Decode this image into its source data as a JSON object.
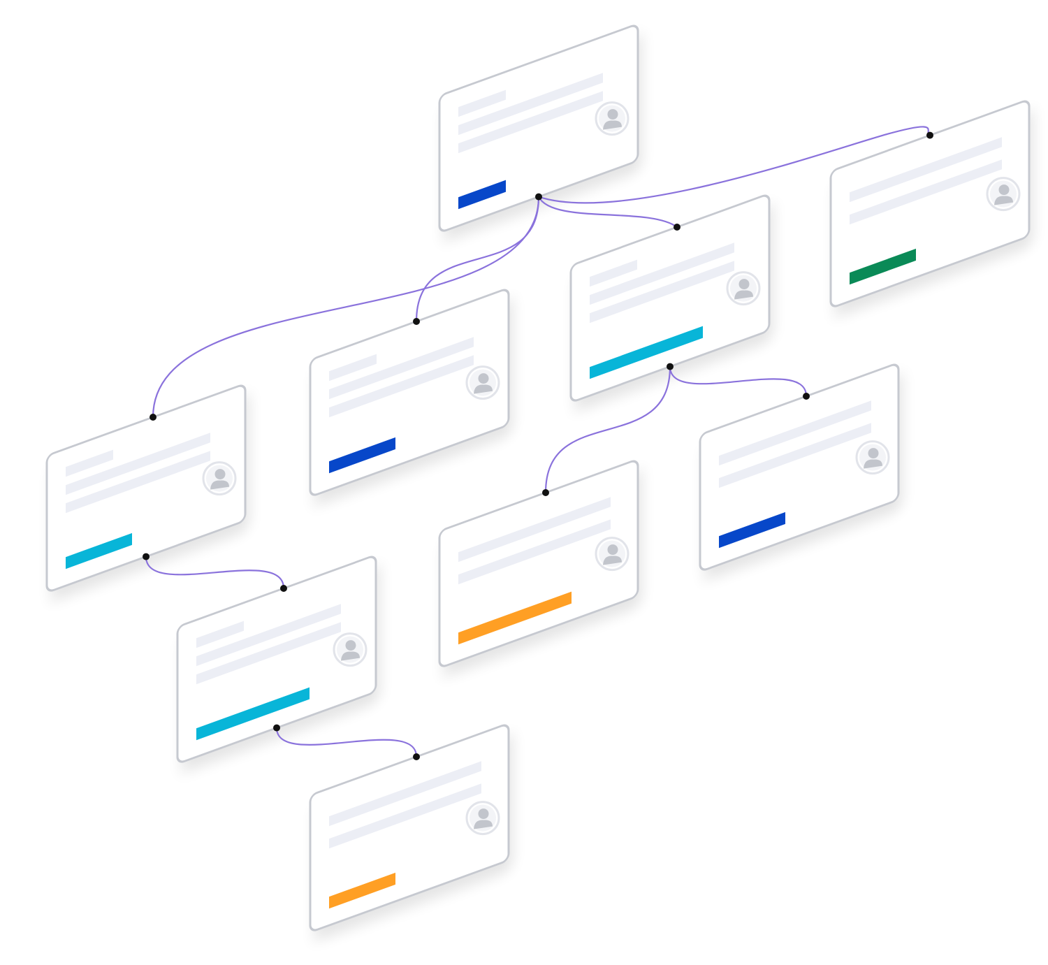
{
  "palette": {
    "blue": "#0747c9",
    "cyan": "#08b5d8",
    "green": "#0a8a57",
    "orange": "#ff9f24",
    "connector": "#8a72dc",
    "card_border": "#c6c9d0",
    "text_placeholder": "#eceef5"
  },
  "cards": [
    {
      "id": "root",
      "level": 0,
      "parent": null,
      "tag_color": "blue",
      "tag_fill": 0.25,
      "placeholder_lines": 3,
      "icon": "user-avatar-icon"
    },
    {
      "id": "card-a",
      "level": 1,
      "parent": "root",
      "tag_color": "cyan",
      "tag_fill": 0.35,
      "placeholder_lines": 3,
      "icon": "user-avatar-icon"
    },
    {
      "id": "card-b",
      "level": 1,
      "parent": "root",
      "tag_color": "blue",
      "tag_fill": 0.35,
      "placeholder_lines": 3,
      "icon": "user-avatar-icon"
    },
    {
      "id": "card-c",
      "level": 1,
      "parent": "root",
      "tag_color": "cyan",
      "tag_fill": 0.6,
      "placeholder_lines": 3,
      "icon": "user-avatar-icon"
    },
    {
      "id": "card-d",
      "level": 1,
      "parent": "root",
      "tag_color": "green",
      "tag_fill": 0.35,
      "placeholder_lines": 2,
      "icon": "user-avatar-icon"
    },
    {
      "id": "card-e",
      "level": 2,
      "parent": "card-a",
      "tag_color": "cyan",
      "tag_fill": 0.6,
      "placeholder_lines": 3,
      "icon": "user-avatar-icon"
    },
    {
      "id": "card-f",
      "level": 2,
      "parent": "card-c",
      "tag_color": "orange",
      "tag_fill": 0.6,
      "placeholder_lines": 2,
      "icon": "user-avatar-icon"
    },
    {
      "id": "card-g",
      "level": 2,
      "parent": "card-c",
      "tag_color": "blue",
      "tag_fill": 0.35,
      "placeholder_lines": 2,
      "icon": "user-avatar-icon"
    },
    {
      "id": "card-h",
      "level": 3,
      "parent": "card-e",
      "tag_color": "orange",
      "tag_fill": 0.35,
      "placeholder_lines": 2,
      "icon": "user-avatar-icon"
    }
  ]
}
